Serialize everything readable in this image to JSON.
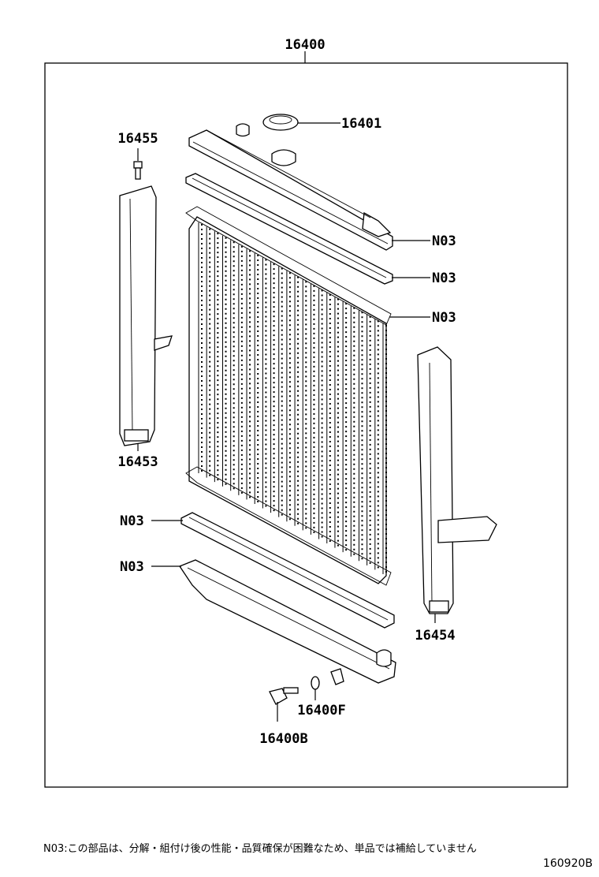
{
  "diagram": {
    "labels": {
      "assembly": "16400",
      "cap": "16401",
      "bolt": "16455",
      "left_support": "16453",
      "right_support": "16454",
      "drain_cock": "16400B",
      "drain_oring": "16400F",
      "n03_upper_tank": "N03",
      "n03_upper_gasket": "N03",
      "n03_core_top": "N03",
      "n03_lower_gasket": "N03",
      "n03_lower_tank": "N03"
    },
    "footnote": "N03:この部品は、分解・組付け後の性能・品質確保が困難なため、単品では補給していません",
    "figure_code": "160920B"
  }
}
